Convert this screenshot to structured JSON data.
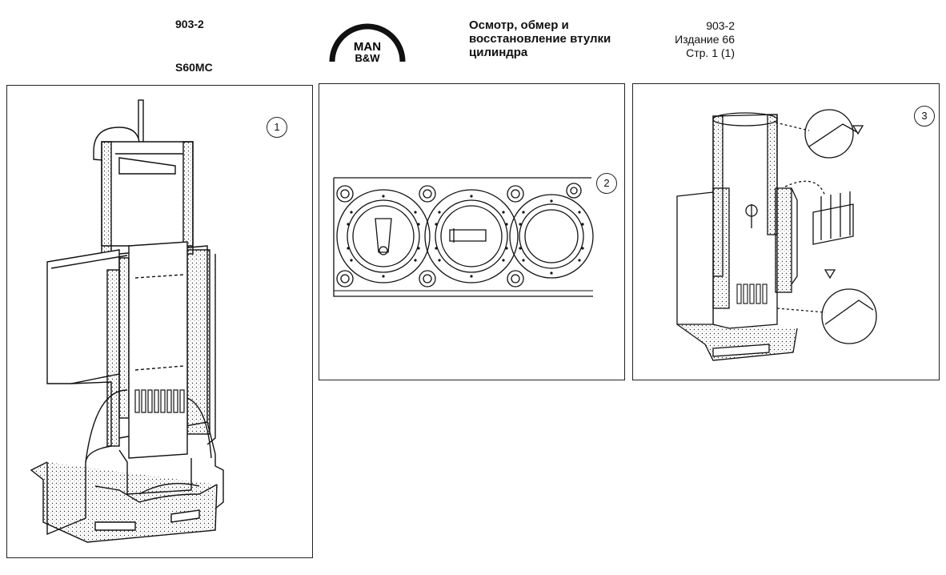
{
  "header": {
    "doc_code": "903-2",
    "engine": "S60MC",
    "logo": {
      "line1": "MAN",
      "line2": "B&W"
    },
    "title_lines": [
      "Осмотр, обмер и",
      "восстановление втулки",
      "цилиндра"
    ],
    "doc_code_right": "903-2",
    "edition": "Издание 66",
    "page": "Стр. 1 (1)"
  },
  "figures": [
    {
      "number": "1"
    },
    {
      "number": "2"
    },
    {
      "number": "3"
    }
  ]
}
